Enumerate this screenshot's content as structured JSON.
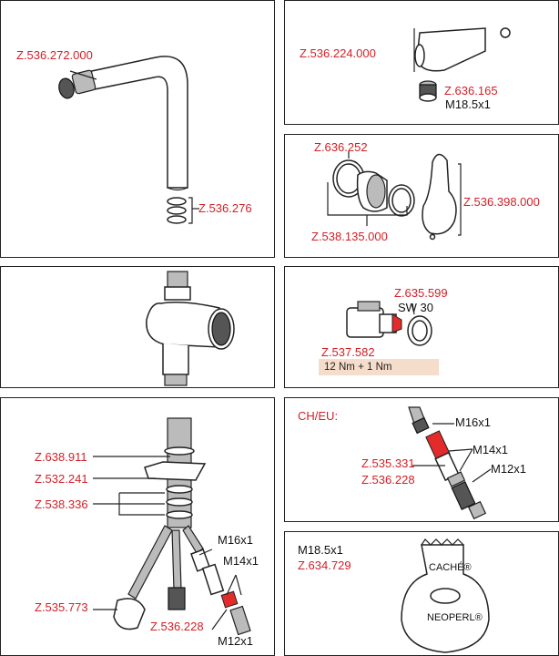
{
  "panel_spout": {
    "part": "Z.536.272.000",
    "o_rings": "Z.536.276"
  },
  "panel_aerator": {
    "housing": "Z.536.224.000",
    "aerator": "Z.636.165",
    "thread": "M18.5x1"
  },
  "panel_lever": {
    "o_ring": "Z.636.252",
    "lever": "Z.536.398.000",
    "kit": "Z.538.135.000"
  },
  "panel_cartridge": {
    "nut": "Z.635.599",
    "wrench": "SW 30",
    "cartridge": "Z.537.582",
    "torque": "12 Nm + 1 Nm"
  },
  "panel_mounting": {
    "gasket": "Z.638.911",
    "plate": "Z.532.241",
    "rings": "Z.538.336",
    "hose_large": "Z.535.773",
    "connector": "Z.536.228",
    "thread_m16": "M16x1",
    "thread_m14": "M14x1",
    "thread_m12": "M12x1"
  },
  "panel_ch_eu": {
    "region": "CH/EU:",
    "thread_m16": "M16x1",
    "adapter": "Z.535.331",
    "thread_m14": "M14x1",
    "connector": "Z.536.228",
    "thread_m12": "M12x1"
  },
  "panel_key": {
    "thread": "M18.5x1",
    "key": "Z.634.729",
    "brand_top": "CACHÉ®",
    "brand_bottom": "NEOPERL®"
  }
}
